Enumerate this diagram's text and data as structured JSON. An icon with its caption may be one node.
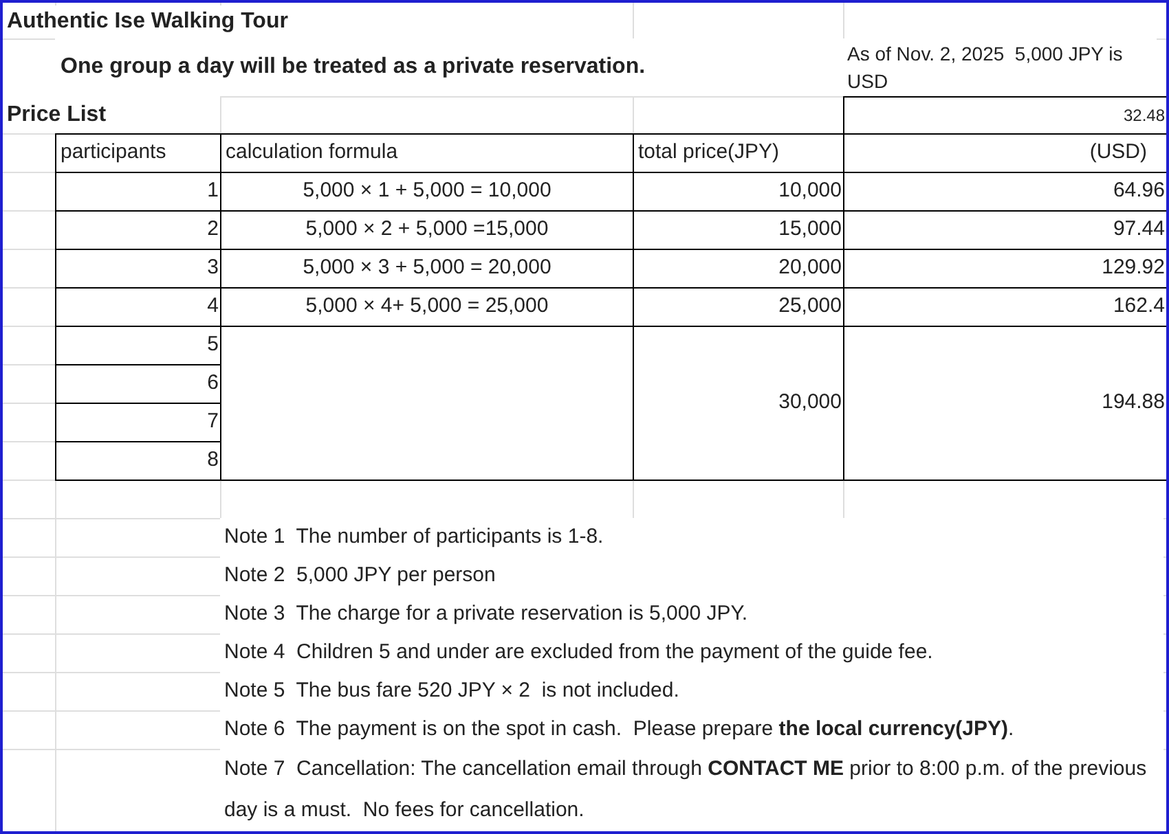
{
  "diagram": {
    "title": "Authentic Ise Walking Tour",
    "labels": [
      "One group a day will be treated as a private reservation.",
      "As of Nov. 2, 2025  5,000 JPY is USD",
      "Price List",
      "32.48",
      "participants",
      "calculation formula",
      "total price(JPY)",
      "(USD)",
      "1",
      "5,000 × 1 + 5,000 = 10,000",
      "10,000",
      "64.96",
      "2",
      "5,000 × 2 + 5,000 =15,000",
      "15,000",
      "97.44",
      "3",
      "5,000 × 3 + 5,000 = 20,000",
      "20,000",
      "129.92",
      "4",
      "5,000 × 4+ 5,000 = 25,000",
      "25,000",
      "162.4",
      "5",
      "6",
      "7",
      "8",
      "30,000",
      "194.88",
      "Note 1  The number of participants is 1-8.",
      "Note 2  5,000 JPY per person",
      "Note 3  The charge for a private reservation is 5,000 JPY.",
      "Note 4  Children 5 and under are excluded from the payment of the guide fee.",
      "Note 5  The bus fare 520 JPY × 2  is not included.",
      "Note 6  The payment is on the spot in cash.  Please prepare **the local currency(JPY)**.",
      "Note 7  Cancellation: The cancellation email through **CONTACT ME** prior to 8:00 p.m. of the previous day is a must.  No fees for cancellation."
    ]
  }
}
